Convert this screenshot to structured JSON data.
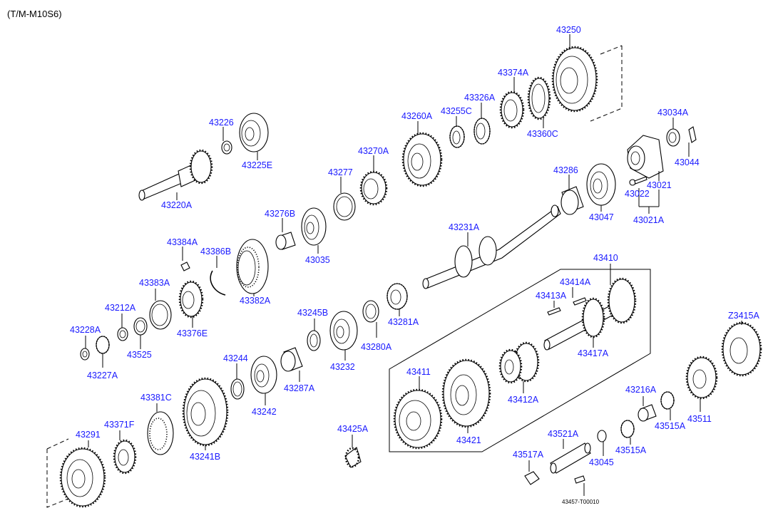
{
  "header": {
    "model_code": "(T/M-M10S6)"
  },
  "footer": {
    "ref_code": "43457-T00010"
  },
  "assembly_label": "43410",
  "parts": {
    "p43250": "43250",
    "p43374A": "43374A",
    "p43326A": "43326A",
    "p43255C": "43255C",
    "p43360C": "43360C",
    "p43260A": "43260A",
    "p43034A": "43034A",
    "p43044": "43044",
    "p43226": "43226",
    "p43225E": "43225E",
    "p43270A": "43270A",
    "p43277": "43277",
    "p43286": "43286",
    "p43021": "43021",
    "p43022": "43022",
    "p43021A": "43021A",
    "p43047": "43047",
    "p43220A": "43220A",
    "p43276B": "43276B",
    "p43035": "43035",
    "p43231A": "43231A",
    "p43384A": "43384A",
    "p43386B": "43386B",
    "p43382A": "43382A",
    "p43383A": "43383A",
    "p43414A": "43414A",
    "p43413A": "43413A",
    "p43212A": "43212A",
    "p43228A": "43228A",
    "p43525": "43525",
    "p43227A": "43227A",
    "p43376E": "43376E",
    "p43245B": "43245B",
    "p43281A": "43281A",
    "p43280A": "43280A",
    "p43417A": "43417A",
    "pZ3415A": "Z3415A",
    "p43244": "43244",
    "p43232": "43232",
    "p43287A": "43287A",
    "p43242": "43242",
    "p43411": "43411",
    "p43412A": "43412A",
    "p43216A": "43216A",
    "p43381C": "43381C",
    "p43511": "43511",
    "p43515A_a": "43515A",
    "p43371F": "43371F",
    "p43425A": "43425A",
    "p43241B": "43241B",
    "p43421": "43421",
    "p43521A": "43521A",
    "p43515A_b": "43515A",
    "p43291": "43291",
    "p43517A": "43517A",
    "p43045": "43045"
  }
}
